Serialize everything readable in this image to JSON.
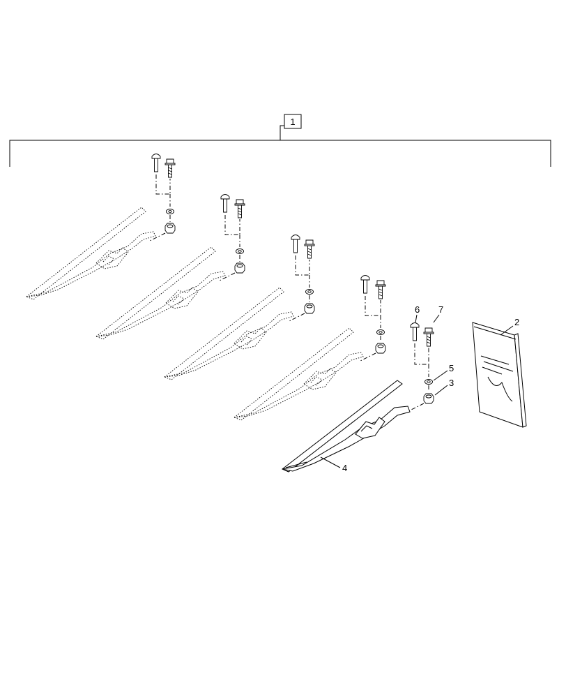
{
  "diagram": {
    "group_callout": "1",
    "callouts": [
      {
        "id": "callout-2",
        "label": "2",
        "part": "instruction-manual"
      },
      {
        "id": "callout-3",
        "label": "3",
        "part": "nut"
      },
      {
        "id": "callout-4",
        "label": "4",
        "part": "divider-point"
      },
      {
        "id": "callout-5",
        "label": "5",
        "part": "washer"
      },
      {
        "id": "callout-6",
        "label": "6",
        "part": "carriage-bolt"
      },
      {
        "id": "callout-7",
        "label": "7",
        "part": "hex-bolt"
      }
    ],
    "divider_count": 5
  }
}
